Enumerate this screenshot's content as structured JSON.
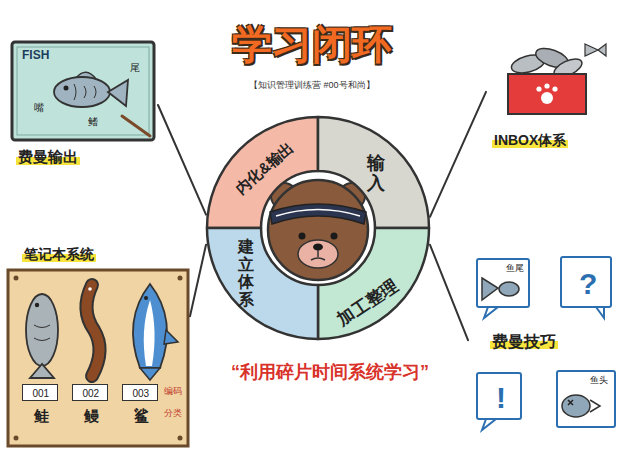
{
  "diagram": {
    "title": "学习闭环",
    "caption": "“利用碎片时间系统学习”",
    "nodes": [
      {
        "text": [
          "内化&输出"
        ]
      },
      {
        "text": [
          "输入"
        ]
      },
      {
        "text": [
          "加工整理"
        ]
      },
      {
        "text": [
          "建立体系"
        ]
      },
      {
        "text": [
          "费曼输出"
        ]
      },
      {
        "text": [
          "INBOX体系"
        ]
      },
      {
        "text": [
          "笔记本系统"
        ]
      },
      {
        "text": [
          "001",
          "鲑"
        ],
        "in": 6
      },
      {
        "text": [
          "002",
          "鳗"
        ],
        "in": 6
      },
      {
        "text": [
          "003",
          "鲨"
        ],
        "in": 6
      },
      {
        "text": [
          "费曼技巧"
        ]
      },
      {
        "text": [
          "鱼尾"
        ],
        "in": 10
      },
      {
        "text": [
          "?"
        ],
        "in": 10
      },
      {
        "text": [
          "!"
        ],
        "in": 10
      },
      {
        "text": [
          "鱼头"
        ],
        "in": 10
      }
    ],
    "edges": [
      {
        "from": 0,
        "to": 4,
        "arrow": "none"
      },
      {
        "from": 1,
        "to": 5,
        "arrow": "none"
      },
      {
        "from": 3,
        "to": 6,
        "arrow": "none"
      },
      {
        "from": 2,
        "to": 10,
        "arrow": "none"
      }
    ],
    "labels": [
      "【知识管理训练营 #00号和尚】",
      "FISH",
      "尾",
      "嘴",
      "鳍",
      "编码",
      "分类"
    ]
  }
}
